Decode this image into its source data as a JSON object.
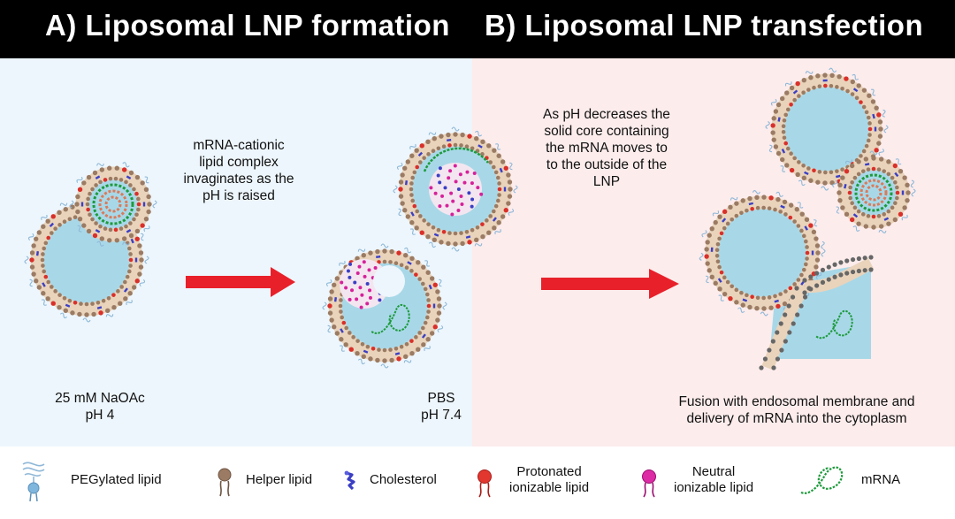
{
  "header": {
    "title_a": "A) Liposomal LNP formation",
    "title_b": "B) Liposomal LNP transfection"
  },
  "panel_a": {
    "step_note": [
      "mRNA-cationic",
      "lipid complex",
      "invaginates as the",
      "pH is raised"
    ],
    "left_condition": [
      "25 mM NaOAc",
      "pH 4"
    ],
    "right_condition": [
      "PBS",
      "pH 7.4"
    ]
  },
  "panel_b": {
    "step_note": [
      "As pH decreases the",
      "solid core containing",
      "the mRNA moves to",
      "to the outside of the",
      "LNP"
    ],
    "result_note": [
      "Fusion with endosomal membrane and",
      "delivery of mRNA into the cytoplasm"
    ]
  },
  "legend": {
    "items": [
      {
        "label_lines": [
          "PEGylated lipid"
        ],
        "icon": "pegylated-lipid-icon"
      },
      {
        "label_lines": [
          "Helper lipid"
        ],
        "icon": "helper-lipid-icon"
      },
      {
        "label_lines": [
          "Cholesterol"
        ],
        "icon": "cholesterol-icon"
      },
      {
        "label_lines": [
          "Protonated",
          "ionizable lipid"
        ],
        "icon": "protonated-ionizable-lipid-icon"
      },
      {
        "label_lines": [
          "Neutral",
          "ionizable lipid"
        ],
        "icon": "neutral-ionizable-lipid-icon"
      },
      {
        "label_lines": [
          "mRNA"
        ],
        "icon": "mrna-icon"
      }
    ]
  },
  "colors": {
    "header_bg": "#000000",
    "panel_a_bg": "#edf6fc",
    "panel_b_bg": "#fcecec",
    "arrow": "#e8202a",
    "aqueous_core": "#a8d8e8",
    "helper_lipid": "#9b7b63",
    "protonated_lipid": "#d9302a",
    "neutral_lipid": "#d6219a",
    "cholesterol": "#3b3fc4",
    "peg_lipid": "#8fb8d8",
    "mrna": "#1e9a3c"
  }
}
